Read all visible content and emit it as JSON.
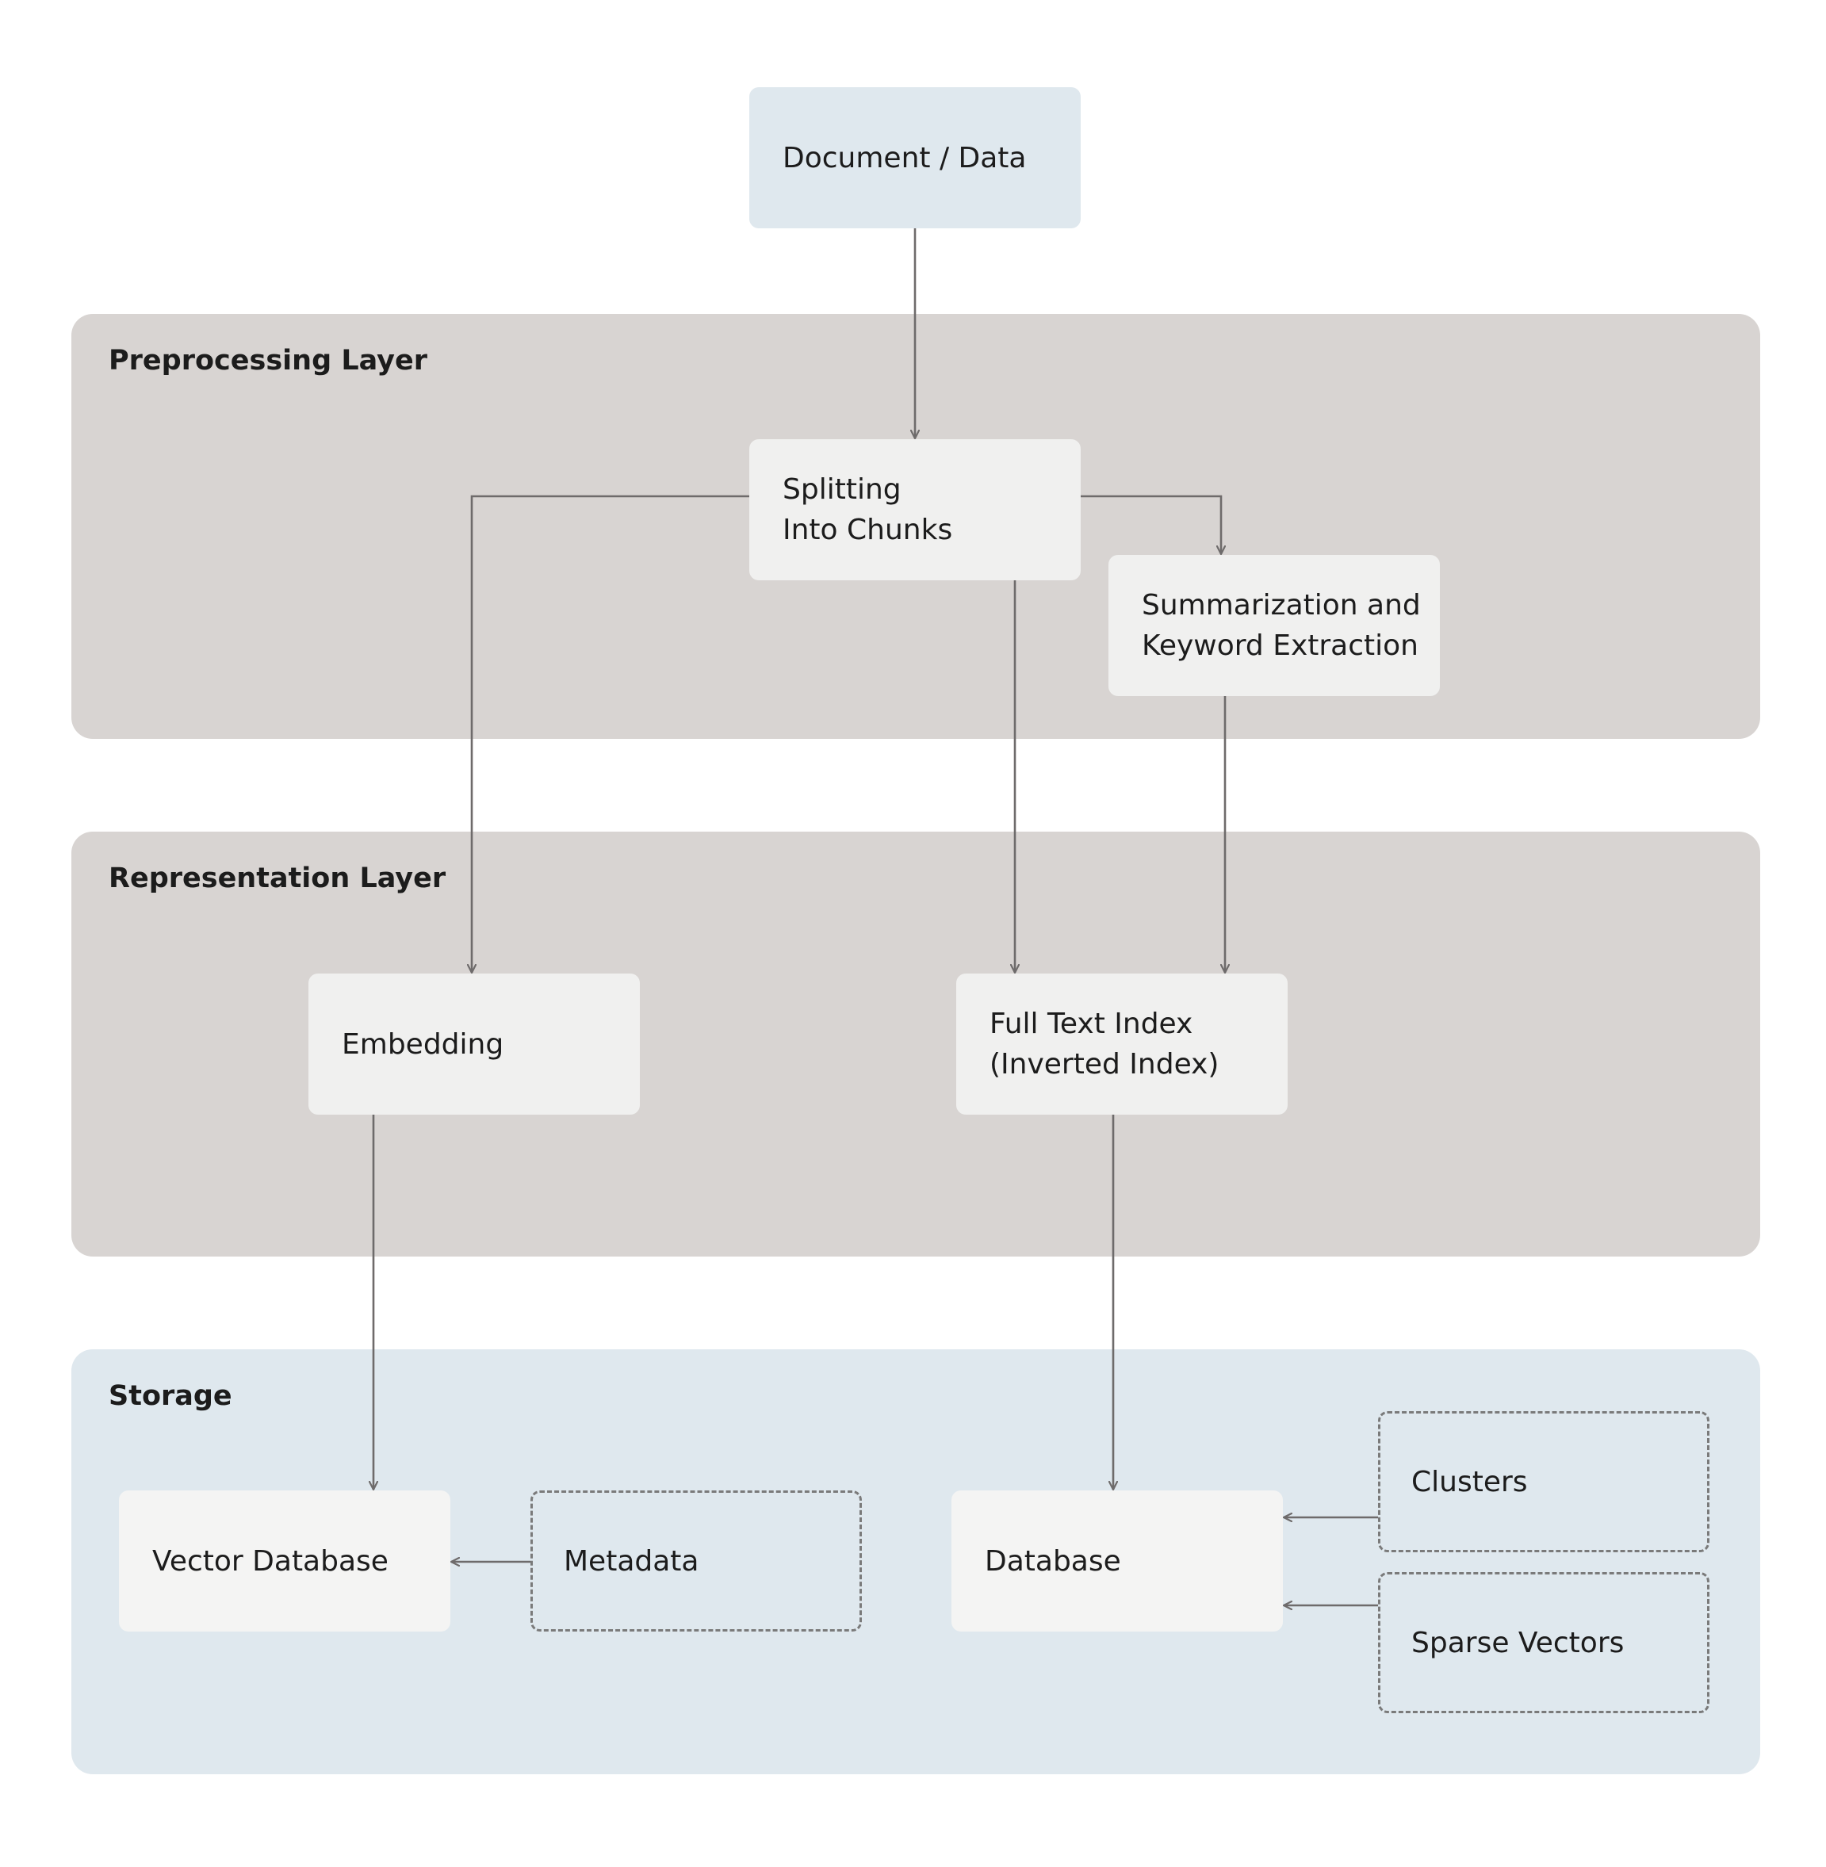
{
  "diagram": {
    "source": {
      "label": "Document / Data"
    },
    "layers": {
      "preprocessing": {
        "title": "Preprocessing Layer"
      },
      "representation": {
        "title": "Representation Layer"
      },
      "storage": {
        "title": "Storage"
      }
    },
    "nodes": {
      "splitting": {
        "label": "Splitting\nInto Chunks"
      },
      "summarization": {
        "label": "Summarization and\nKeyword Extraction"
      },
      "embedding": {
        "label": "Embedding"
      },
      "full_text_index": {
        "label": "Full Text Index\n(Inverted Index)"
      },
      "vector_database": {
        "label": "Vector Database"
      },
      "metadata": {
        "label": "Metadata"
      },
      "database": {
        "label": "Database"
      },
      "clusters": {
        "label": "Clusters"
      },
      "sparse_vectors": {
        "label": "Sparse Vectors"
      }
    },
    "edges": [
      {
        "from": "Document / Data",
        "to": "Splitting Into Chunks"
      },
      {
        "from": "Splitting Into Chunks",
        "to": "Embedding"
      },
      {
        "from": "Splitting Into Chunks",
        "to": "Summarization and Keyword Extraction"
      },
      {
        "from": "Splitting Into Chunks",
        "to": "Full Text Index (Inverted Index)"
      },
      {
        "from": "Summarization and Keyword Extraction",
        "to": "Full Text Index (Inverted Index)"
      },
      {
        "from": "Embedding",
        "to": "Vector Database"
      },
      {
        "from": "Full Text Index (Inverted Index)",
        "to": "Database"
      },
      {
        "from": "Metadata",
        "to": "Vector Database"
      },
      {
        "from": "Clusters",
        "to": "Database"
      },
      {
        "from": "Sparse Vectors",
        "to": "Database"
      }
    ]
  },
  "colors": {
    "layer_gray": "#d8d4d2",
    "layer_blue": "#dfe8ee",
    "node_gray": "#f0f0ef",
    "node_store": "#f4f4f3",
    "edge": "#6e6b6b",
    "text": "#1c1c1c"
  }
}
